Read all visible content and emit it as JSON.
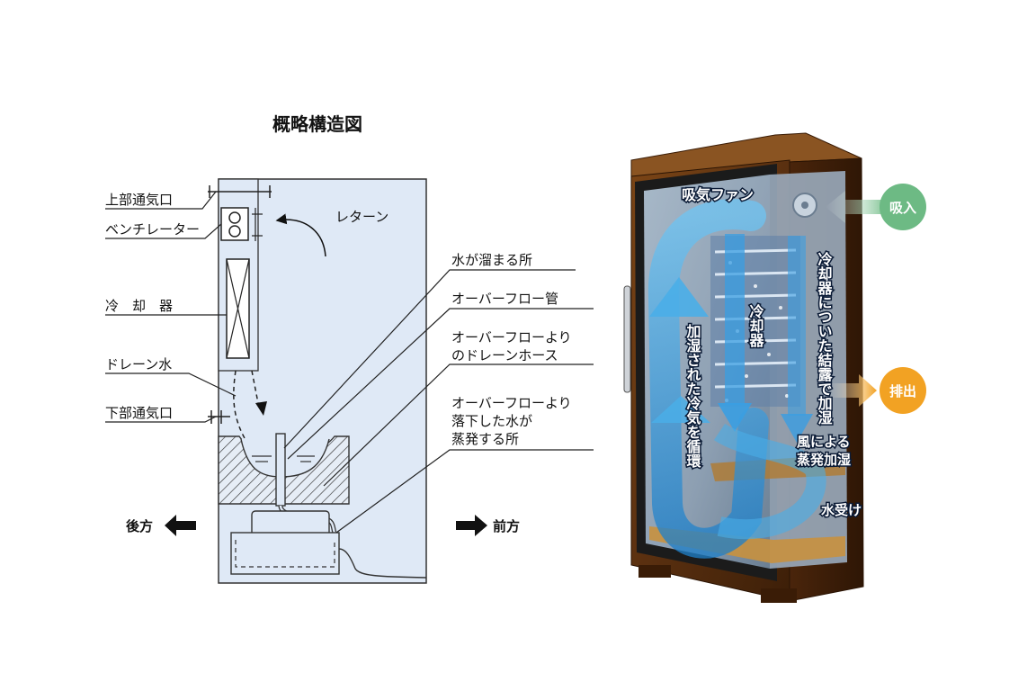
{
  "title": "概略構造図",
  "schematic": {
    "labels": {
      "top_vent": "上部通気口",
      "ventilator": "ベンチレーター",
      "cooler": "冷　却　器",
      "drain_water": "ドレーン水",
      "bottom_vent": "下部通気口",
      "return": "レターン",
      "water_pool": "水が溜まる所",
      "overflow_pipe": "オーバーフロー管",
      "overflow_hose_1": "オーバーフローより",
      "overflow_hose_2": "のドレーンホース",
      "evap_1": "オーバーフローより",
      "evap_2": "落下した水が",
      "evap_3": "蒸発する所"
    },
    "directions": {
      "back": "後方",
      "front": "前方"
    }
  },
  "illustration": {
    "intake_fan": "吸気ファン",
    "cooler": "冷却器",
    "condensation": "冷却器についた結露で加湿",
    "circulation": "加湿された冷気を循環",
    "evap_line1": "風による",
    "evap_line2": "蒸発加湿",
    "water_tray": "水受け",
    "intake": "吸入",
    "exhaust": "排出"
  },
  "colors": {
    "panel_bg": "#dfe9f6",
    "cabinet_wood": "#5a3010",
    "air_flow": "#3aa0e0",
    "intake_green": "#6dba84",
    "exhaust_orange": "#f2a223"
  }
}
